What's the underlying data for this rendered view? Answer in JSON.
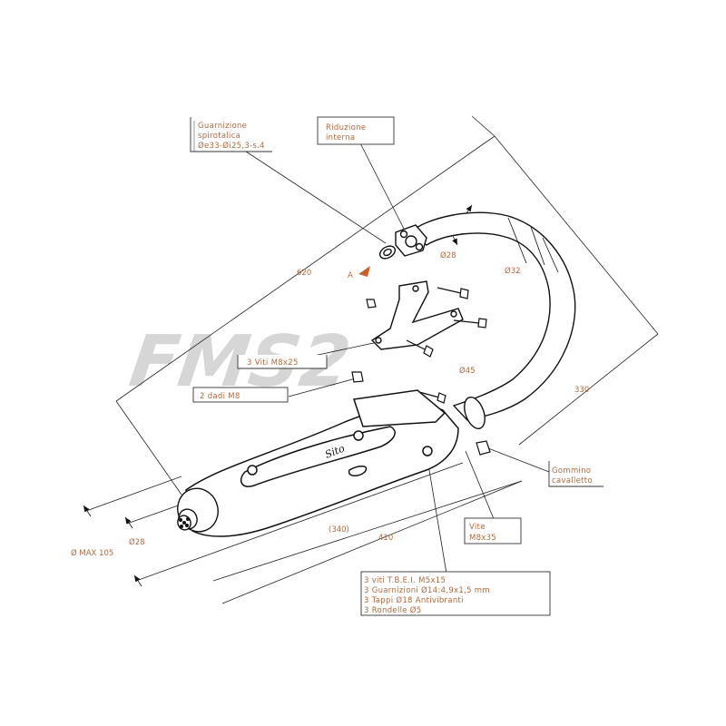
{
  "watermark": "FMS2",
  "colors": {
    "line": "#111111",
    "label_text": "#b06a3e",
    "arrow_accent": "#c9602c",
    "watermark": "#d6d6d6"
  },
  "callouts": {
    "gasket": [
      "Guarnizione",
      "spirotalica",
      "Øe33-Øi25,3-s.4"
    ],
    "reducer": [
      "Riduzione",
      "interna"
    ],
    "screws_m8x25": [
      "3 Viti M8x25"
    ],
    "nuts_m8": [
      "2 dadi M8"
    ],
    "rubber": [
      "Gommino",
      "cavalletto"
    ],
    "screw_m8x35": [
      "Vite",
      "M8x35"
    ],
    "kit": [
      "3 viti T.B.E.I. M5x15",
      "3 Guarnizioni Ø14:4,9x1,5 mm",
      "3 Tappi Ø18 Antivibranti",
      "3 Rondelle Ø5"
    ]
  },
  "dimensions": {
    "d620": "620",
    "d330": "330",
    "d410": "410",
    "d340": "(340)",
    "pipe_d28": "Ø28",
    "pipe_d32": "Ø32",
    "pipe_d45": "Ø45",
    "outlet_d28": "Ø28",
    "max_diameter": "Ø MAX 105"
  },
  "marker_a": "A",
  "brand_mark": "Sito"
}
